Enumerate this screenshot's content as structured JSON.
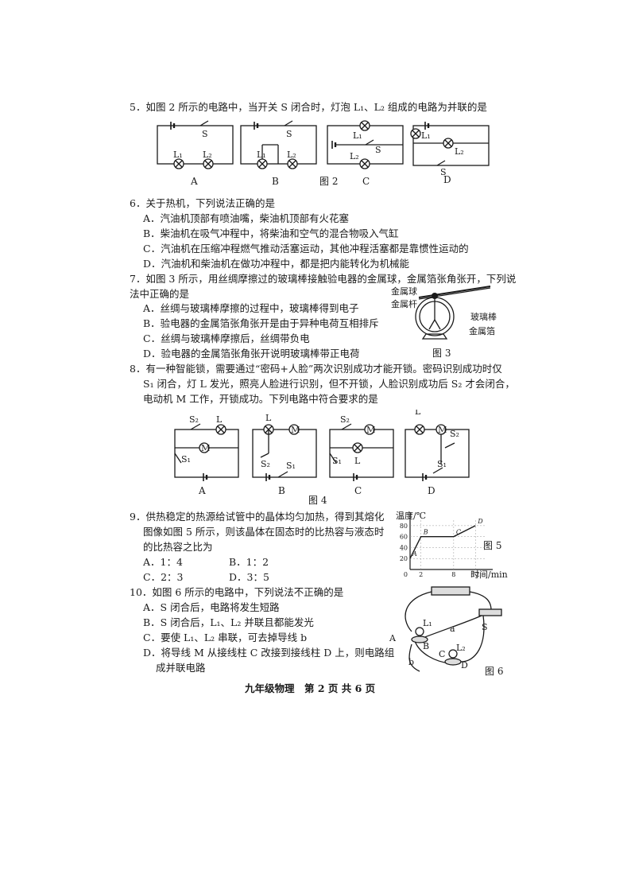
{
  "q5": {
    "stem": "5．如图 2 所示的电路中，当开关 S 闭合时，灯泡 L₁、L₂ 组成的电路为并联的是",
    "options": [
      "A",
      "B",
      "C",
      "D"
    ],
    "caption": "图 2",
    "labels": {
      "s": "S",
      "l1": "L₁",
      "l2": "L₂"
    }
  },
  "q6": {
    "stem": "6．关于热机，下列说法正确的是",
    "options": [
      "A．汽油机顶部有喷油嘴，柴油机顶部有火花塞",
      "B．柴油机在吸气冲程中，将柴油和空气的混合物吸入气缸",
      "C．汽油机在压缩冲程燃气推动活塞运动，其他冲程活塞都是靠惯性运动的",
      "D．汽油机和柴油机在做功冲程中，都是把内能转化为机械能"
    ]
  },
  "q7": {
    "stem_line1": "7．如图 3 所示，用丝绸摩擦过的玻璃棒接触验电器的金属球，金属箔张角张开，下列说",
    "stem_line2": "法中正确的是",
    "options": [
      "A．丝绸与玻璃棒摩擦的过程中，玻璃棒得到电子",
      "B．验电器的金属箔张角张开是由于异种电荷互相排斥",
      "C．丝绸与玻璃棒摩擦后，丝绸带负电",
      "D．验电器的金属箔张角张开说明玻璃棒带正电荷"
    ],
    "figure": {
      "labels": [
        "金属球",
        "金属杆",
        "玻璃棒",
        "金属箔"
      ],
      "caption": "图 3"
    }
  },
  "q8": {
    "stem_line1": "8．有一种智能锁，需要通过“密码+人脸”两次识别成功才能开锁。密码识别成功时仅",
    "stem_line2": "S₁ 闭合，灯 L 发光，照亮人脸进行识别，但不开锁，人脸识别成功后 S₂ 才会闭合，",
    "stem_line3": "电动机 M 工作，开锁成功。下列电路中符合要求的是",
    "options": [
      "A",
      "B",
      "C",
      "D"
    ],
    "caption": "图 4",
    "labels": {
      "s1": "S₁",
      "s2": "S₂",
      "l": "L",
      "m": "M"
    }
  },
  "q9": {
    "stem_line1": "9．供热稳定的热源给试管中的晶体均匀加热，得到其熔化",
    "stem_line2": "图像如图 5 所示，则该晶体在固态时的比热容与液态时",
    "stem_line3": "的比热容之比为",
    "options": [
      "A．1：4",
      "B．1：2",
      "C．2：3",
      "D．3：5"
    ],
    "caption": "图 5"
  },
  "q10": {
    "stem": "10．如图 6 所示的电路中，下列说法不正确的是",
    "options": [
      "A．S 闭合后，电路将发生短路",
      "B．S 闭合后，L₁、L₂ 并联且都能发光",
      "C．要使 L₁、L₂ 串联，可去掉导线 b",
      "D．将导线 M 从接线柱 C 改接到接线柱 D 上，则电路组"
    ],
    "option_d_cont": "成并联电路",
    "caption": "图 6",
    "labels": [
      "A",
      "B",
      "C",
      "D",
      "L₁",
      "L₂",
      "S",
      "a",
      "b"
    ]
  },
  "chart_data": {
    "type": "line",
    "ylabel": "温度/℃",
    "xlabel": "时间/min",
    "x_ticks": [
      2,
      8,
      12
    ],
    "y_ticks": [
      20,
      40,
      60,
      80
    ],
    "points": [
      {
        "label": "A",
        "x": 0,
        "y": 20
      },
      {
        "label": "B",
        "x": 2,
        "y": 60
      },
      {
        "label": "C",
        "x": 8,
        "y": 60
      },
      {
        "label": "D",
        "x": 12,
        "y": 80
      }
    ]
  },
  "footer": "九年级物理　第 2 页 共 6 页"
}
